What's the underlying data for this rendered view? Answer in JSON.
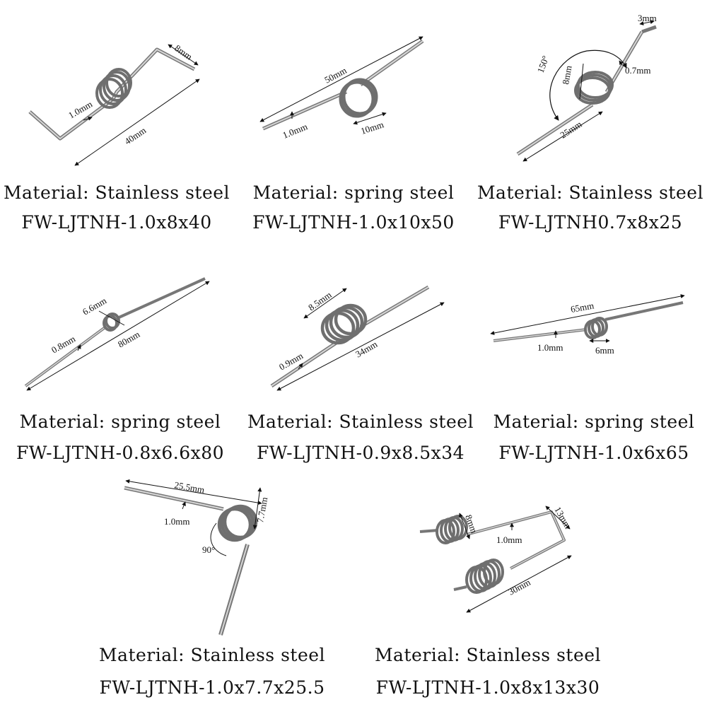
{
  "springs": [
    {
      "material": "Material: Stainless steel",
      "model": "FW-LJTNH-1.0x8x40",
      "dims": [
        "8mm",
        "1.0mm",
        "40mm"
      ]
    },
    {
      "material": "Material: spring steel",
      "model": "FW-LJTNH-1.0x10x50",
      "dims": [
        "50mm",
        "1.0mm",
        "10mm"
      ]
    },
    {
      "material": "Material: Stainless steel",
      "model": "FW-LJTNH0.7x8x25",
      "dims": [
        "3mm",
        "150°",
        "8mm",
        "0.7mm",
        "25mm"
      ]
    },
    {
      "material": "Material: spring steel",
      "model": "FW-LJTNH-0.8x6.6x80",
      "dims": [
        "6.6mm",
        "0.8mm",
        "80mm"
      ]
    },
    {
      "material": "Material: Stainless steel",
      "model": "FW-LJTNH-0.9x8.5x34",
      "dims": [
        "8.5mm",
        "0.9mm",
        "34mm"
      ]
    },
    {
      "material": "Material: spring steel",
      "model": "FW-LJTNH-1.0x6x65",
      "dims": [
        "65mm",
        "1.0mm",
        "6mm"
      ]
    },
    {
      "material": "Material: Stainless steel",
      "model": "FW-LJTNH-1.0x7.7x25.5",
      "dims": [
        "25.5mm",
        "7.7mm",
        "1.0mm",
        "90°"
      ]
    },
    {
      "material": "Material: Stainless steel",
      "model": "FW-LJTNH-1.0x8x13x30",
      "dims": [
        "8mm",
        "13mm",
        "1.0mm",
        "30mm"
      ]
    }
  ],
  "colors": {
    "wire": "#9a9a9a",
    "wire_dark": "#6b6b6b",
    "ink": "#111111",
    "background": "#ffffff"
  }
}
